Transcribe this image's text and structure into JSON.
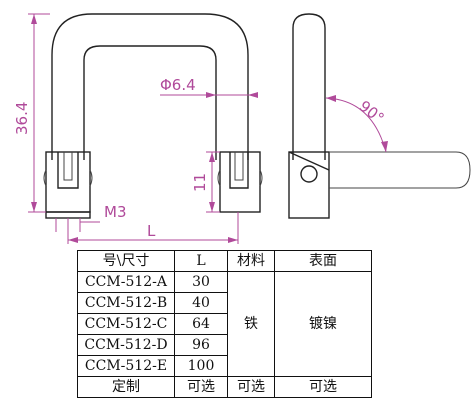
{
  "dimensions": {
    "height": "36.4",
    "diameter": "Φ6.4",
    "angle": "90°",
    "slot_height": "11",
    "thread": "M3",
    "length": "L"
  },
  "table": {
    "headers": [
      "号\\尺寸",
      "L",
      "材料",
      "表面"
    ],
    "rows": [
      {
        "model": "CCM-512-A",
        "L": "30"
      },
      {
        "model": "CCM-512-B",
        "L": "40"
      },
      {
        "model": "CCM-512-C",
        "L": "64"
      },
      {
        "model": "CCM-512-D",
        "L": "96"
      },
      {
        "model": "CCM-512-E",
        "L": "100"
      }
    ],
    "material": "铁",
    "surface": "镀镍",
    "footer": [
      "定制",
      "可选",
      "可选",
      "可选"
    ]
  },
  "colors": {
    "dimension": "#b04a9a",
    "outline": "#222222"
  }
}
